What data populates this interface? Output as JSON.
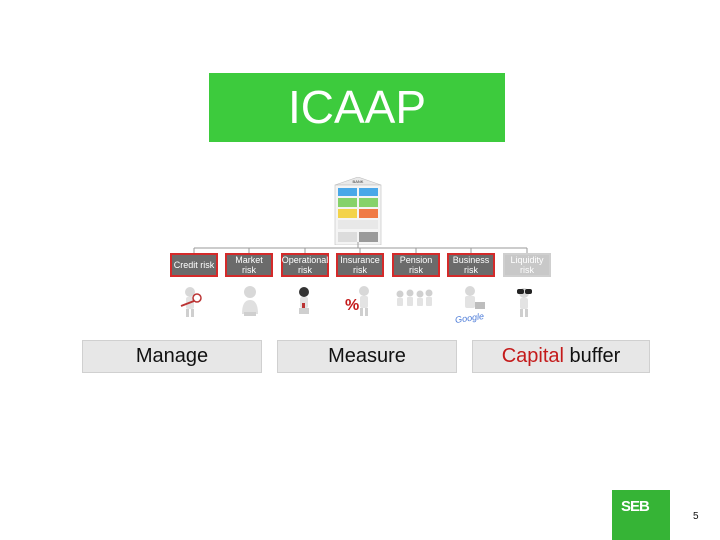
{
  "banner": {
    "title": "ICAAP"
  },
  "bank": {
    "label": "BANK"
  },
  "risks": [
    {
      "label": "Credit risk"
    },
    {
      "label": "Market risk"
    },
    {
      "label": "Operational risk"
    },
    {
      "label": "Insurance risk"
    },
    {
      "label": "Pension risk"
    },
    {
      "label": "Business risk"
    },
    {
      "label": "Liquidity risk"
    }
  ],
  "google_logo": "Google",
  "bottom": {
    "manage": "Manage",
    "measure": "Measure",
    "capital_red": "Capital",
    "capital_rest": " buffer"
  },
  "logo": {
    "text": "SEB"
  },
  "page_number": "5",
  "colors": {
    "green": "#3dcb3d",
    "risk_border": "#d42a2a",
    "risk_fill": "#6b6b6b",
    "capital_red": "#c41a1a"
  }
}
